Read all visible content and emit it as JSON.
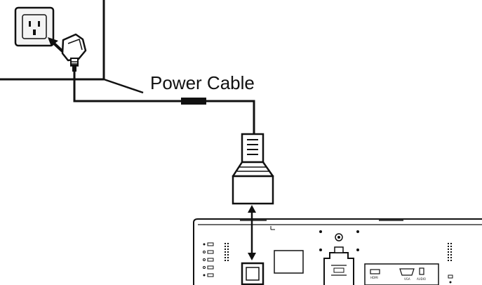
{
  "diagram": {
    "callout_label": "Power Cable",
    "port_labels": {
      "hdmi": "HDMI",
      "vga": "VGA",
      "audio": "AUDIO"
    },
    "colors": {
      "line": "#111111",
      "background": "#ffffff",
      "outlet_fill": "#f4f4f4"
    },
    "icons": {
      "wall_outlet": "wall-socket-icon",
      "wall_plug": "power-plug-icon",
      "iec_connector": "iec-power-connector-icon",
      "monitor_back": "monitor-rear-panel-icon",
      "direction": "double-arrow-icon"
    }
  }
}
